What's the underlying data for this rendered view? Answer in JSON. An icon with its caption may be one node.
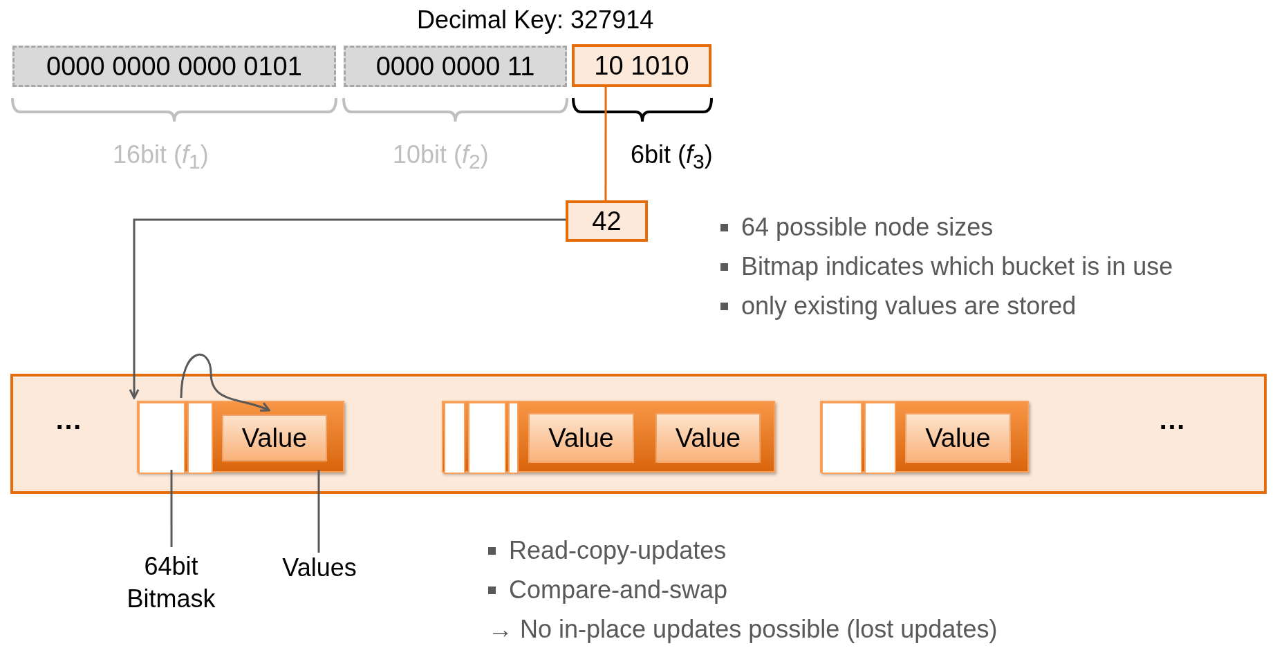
{
  "diagram": {
    "nodes": [
      {
        "text": [
          "0000 0000 0000 0101"
        ]
      },
      {
        "text": [
          "0000 0000 11"
        ]
      },
      {
        "text": [
          "10 1010"
        ]
      },
      {
        "text": [
          "42"
        ]
      },
      {
        "text": [
          "…",
          "…"
        ]
      },
      {
        "text": [],
        "shape": "box",
        "in": 4
      },
      {
        "text": [],
        "shape": "box",
        "in": 5
      },
      {
        "text": [],
        "shape": "box",
        "in": 5
      },
      {
        "text": [
          "Value"
        ],
        "in": 5
      },
      {
        "text": [],
        "shape": "box",
        "in": 4
      },
      {
        "text": [],
        "shape": "box",
        "in": 9
      },
      {
        "text": [],
        "shape": "box",
        "in": 9
      },
      {
        "text": [],
        "shape": "box",
        "in": 9
      },
      {
        "text": [
          "Value"
        ],
        "in": 9
      },
      {
        "text": [
          "Value"
        ],
        "in": 9
      },
      {
        "text": [],
        "shape": "box",
        "in": 4
      },
      {
        "text": [],
        "shape": "box",
        "in": 15
      },
      {
        "text": [],
        "shape": "box",
        "in": 15
      },
      {
        "text": [
          "Value"
        ],
        "in": 15
      },
      {
        "text": [
          "64bit Bitmask"
        ]
      },
      {
        "text": [
          "Values"
        ]
      }
    ],
    "edges": [
      {
        "from": 2,
        "to": 3,
        "arrow": "none",
        "color": "#e46c0a"
      },
      {
        "from": 3,
        "to": 5,
        "arrow": "to"
      },
      {
        "from": 6,
        "to": 8,
        "arrow": "to"
      },
      {
        "from": 19,
        "to": 6,
        "arrow": "none"
      },
      {
        "from": 20,
        "to": 5,
        "arrow": "none"
      }
    ],
    "labels": [
      "Decimal Key: 327914",
      "16bit (*f*$_{1}$)",
      "10bit (*f*$_{2}$)",
      "6bit (*f*$_{3}$)",
      "64 possible node sizes",
      "Bitmap indicates which bucket is in use",
      "only existing values are stored",
      "Read-copy-updates",
      "Compare-and-swap",
      "→ No in-place updates possible (lost updates)"
    ]
  }
}
